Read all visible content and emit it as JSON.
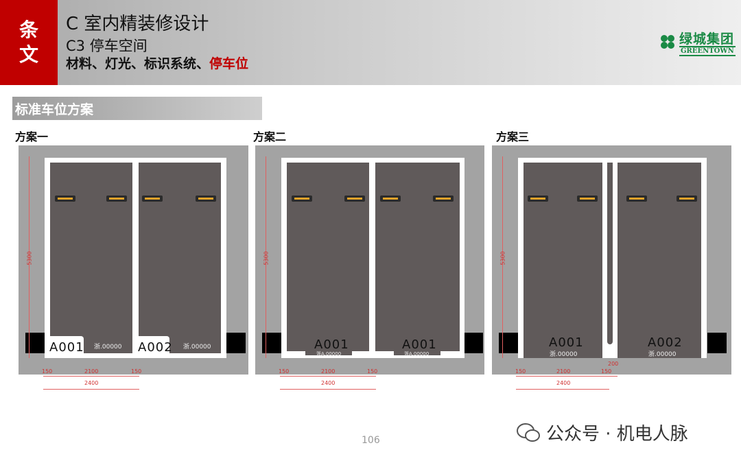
{
  "header": {
    "badge": [
      "条",
      "文"
    ],
    "title": "C 室内精装修设计",
    "subtitle": "C3 停车空间",
    "breadcrumb": "材料、灯光、标识系统、",
    "breadcrumb_highlight": "停车位"
  },
  "logo": {
    "cn": "绿城集团",
    "en": "GREENTOWN",
    "color": "#1a8a45"
  },
  "section_title": "标准车位方案",
  "plans": [
    {
      "title": "方案一",
      "labels": [
        "A001",
        "A002"
      ],
      "plates": [
        "浙.00000",
        "浙.00000"
      ],
      "height_dim": "5300",
      "dims": [
        "150",
        "2100",
        "150",
        "2400"
      ]
    },
    {
      "title": "方案二",
      "labels": [
        "A001",
        "A001"
      ],
      "plates": [
        "浙A.00000",
        "浙A.00000"
      ],
      "height_dim": "5300",
      "dims": [
        "150",
        "2100",
        "150",
        "2400"
      ]
    },
    {
      "title": "方案三",
      "labels": [
        "A001",
        "A002"
      ],
      "plates": [
        "浙.00000",
        "浙.00000"
      ],
      "height_dim": "5300",
      "dims": [
        "150",
        "2100",
        "150",
        "2400",
        "200"
      ]
    }
  ],
  "page_number": "106",
  "watermark": "公众号 · 机电人脉",
  "colors": {
    "accent": "#c00000",
    "stall": "#605a5a",
    "panel": "#a3a3a3",
    "dimension": "#d03030"
  }
}
